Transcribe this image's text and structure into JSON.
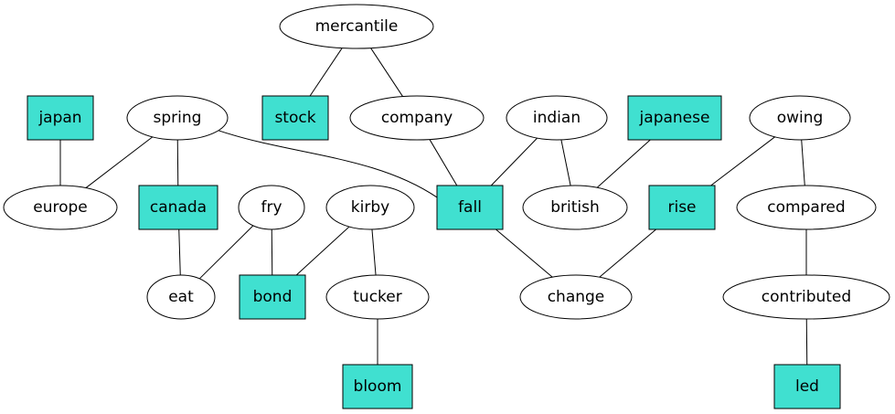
{
  "colors": {
    "ellipse_fill": "#ffffff",
    "box_fill": "#40e0d0",
    "stroke": "#000000"
  },
  "nodes": [
    {
      "id": "mercantile",
      "label": "mercantile",
      "shape": "ellipse"
    },
    {
      "id": "japan",
      "label": "japan",
      "shape": "box"
    },
    {
      "id": "spring",
      "label": "spring",
      "shape": "ellipse"
    },
    {
      "id": "stock",
      "label": "stock",
      "shape": "box"
    },
    {
      "id": "company",
      "label": "company",
      "shape": "ellipse"
    },
    {
      "id": "indian",
      "label": "indian",
      "shape": "ellipse"
    },
    {
      "id": "japanese",
      "label": "japanese",
      "shape": "box"
    },
    {
      "id": "owing",
      "label": "owing",
      "shape": "ellipse"
    },
    {
      "id": "europe",
      "label": "europe",
      "shape": "ellipse"
    },
    {
      "id": "canada",
      "label": "canada",
      "shape": "box"
    },
    {
      "id": "fry",
      "label": "fry",
      "shape": "ellipse"
    },
    {
      "id": "kirby",
      "label": "kirby",
      "shape": "ellipse"
    },
    {
      "id": "fall",
      "label": "fall",
      "shape": "box"
    },
    {
      "id": "british",
      "label": "british",
      "shape": "ellipse"
    },
    {
      "id": "rise",
      "label": "rise",
      "shape": "box"
    },
    {
      "id": "compared",
      "label": "compared",
      "shape": "ellipse"
    },
    {
      "id": "eat",
      "label": "eat",
      "shape": "ellipse"
    },
    {
      "id": "bond",
      "label": "bond",
      "shape": "box"
    },
    {
      "id": "tucker",
      "label": "tucker",
      "shape": "ellipse"
    },
    {
      "id": "change",
      "label": "change",
      "shape": "ellipse"
    },
    {
      "id": "contributed",
      "label": "contributed",
      "shape": "ellipse"
    },
    {
      "id": "bloom",
      "label": "bloom",
      "shape": "box"
    },
    {
      "id": "led",
      "label": "led",
      "shape": "box"
    }
  ],
  "edges": [
    [
      "mercantile",
      "stock"
    ],
    [
      "mercantile",
      "company"
    ],
    [
      "japan",
      "europe"
    ],
    [
      "spring",
      "europe"
    ],
    [
      "spring",
      "canada"
    ],
    [
      "spring",
      "fall"
    ],
    [
      "company",
      "fall"
    ],
    [
      "indian",
      "fall"
    ],
    [
      "indian",
      "british"
    ],
    [
      "japanese",
      "british"
    ],
    [
      "owing",
      "rise"
    ],
    [
      "owing",
      "compared"
    ],
    [
      "canada",
      "eat"
    ],
    [
      "fry",
      "eat"
    ],
    [
      "fry",
      "bond"
    ],
    [
      "kirby",
      "bond"
    ],
    [
      "kirby",
      "tucker"
    ],
    [
      "fall",
      "change"
    ],
    [
      "rise",
      "change"
    ],
    [
      "compared",
      "contributed"
    ],
    [
      "tucker",
      "bloom"
    ],
    [
      "contributed",
      "led"
    ]
  ]
}
